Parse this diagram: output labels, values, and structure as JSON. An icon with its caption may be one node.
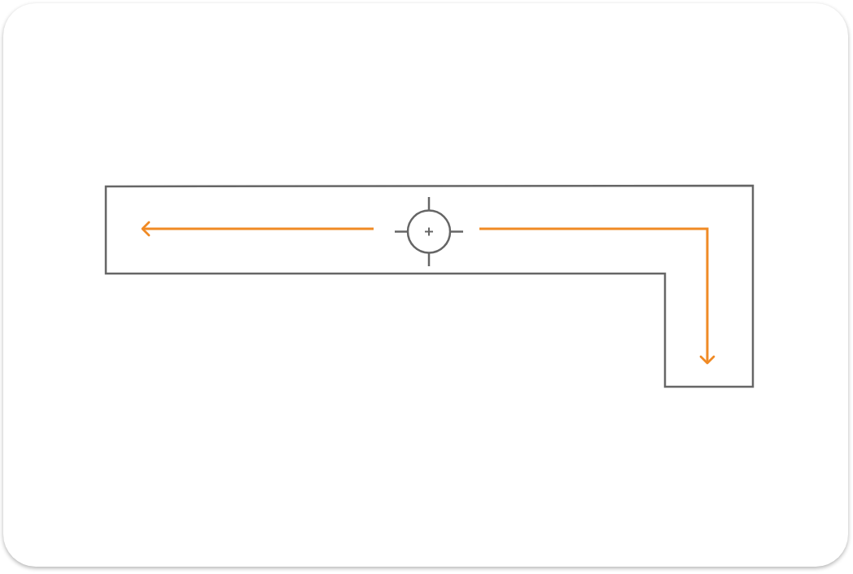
{
  "diagram": {
    "nodes": [
      {
        "text": [],
        "shape": "box"
      },
      {
        "text": [],
        "shape": "circle",
        "in": 0
      }
    ],
    "edges": [
      {
        "from": 1,
        "to": null,
        "arrow": "to"
      },
      {
        "from": 1,
        "to": null,
        "arrow": "to"
      }
    ]
  }
}
